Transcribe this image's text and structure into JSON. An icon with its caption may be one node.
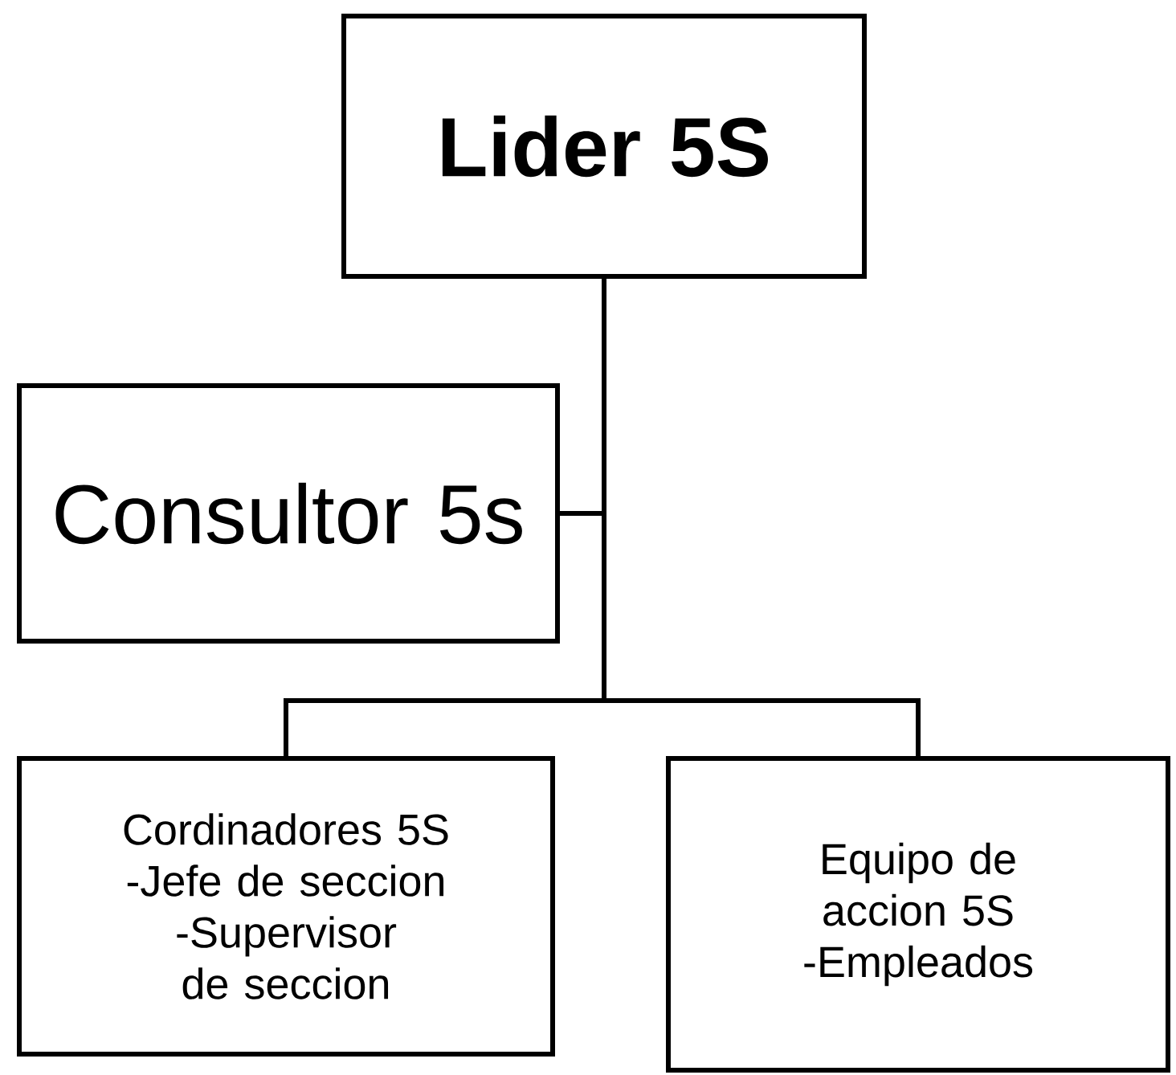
{
  "diagram": {
    "nodes": [
      {
        "text": [
          "Lider 5S"
        ]
      },
      {
        "text": [
          "Consultor 5s"
        ]
      },
      {
        "text": [
          "Cordinadores 5S",
          "-Jefe de seccion",
          "-Supervisor de seccion"
        ]
      },
      {
        "text": [
          "Equipo de accion 5S",
          "-Empleados"
        ]
      }
    ],
    "edges": [
      {
        "from": 0,
        "to": 1,
        "arrow": "none"
      },
      {
        "from": 0,
        "to": 2,
        "arrow": "none"
      },
      {
        "from": 0,
        "to": 3,
        "arrow": "none"
      }
    ]
  }
}
